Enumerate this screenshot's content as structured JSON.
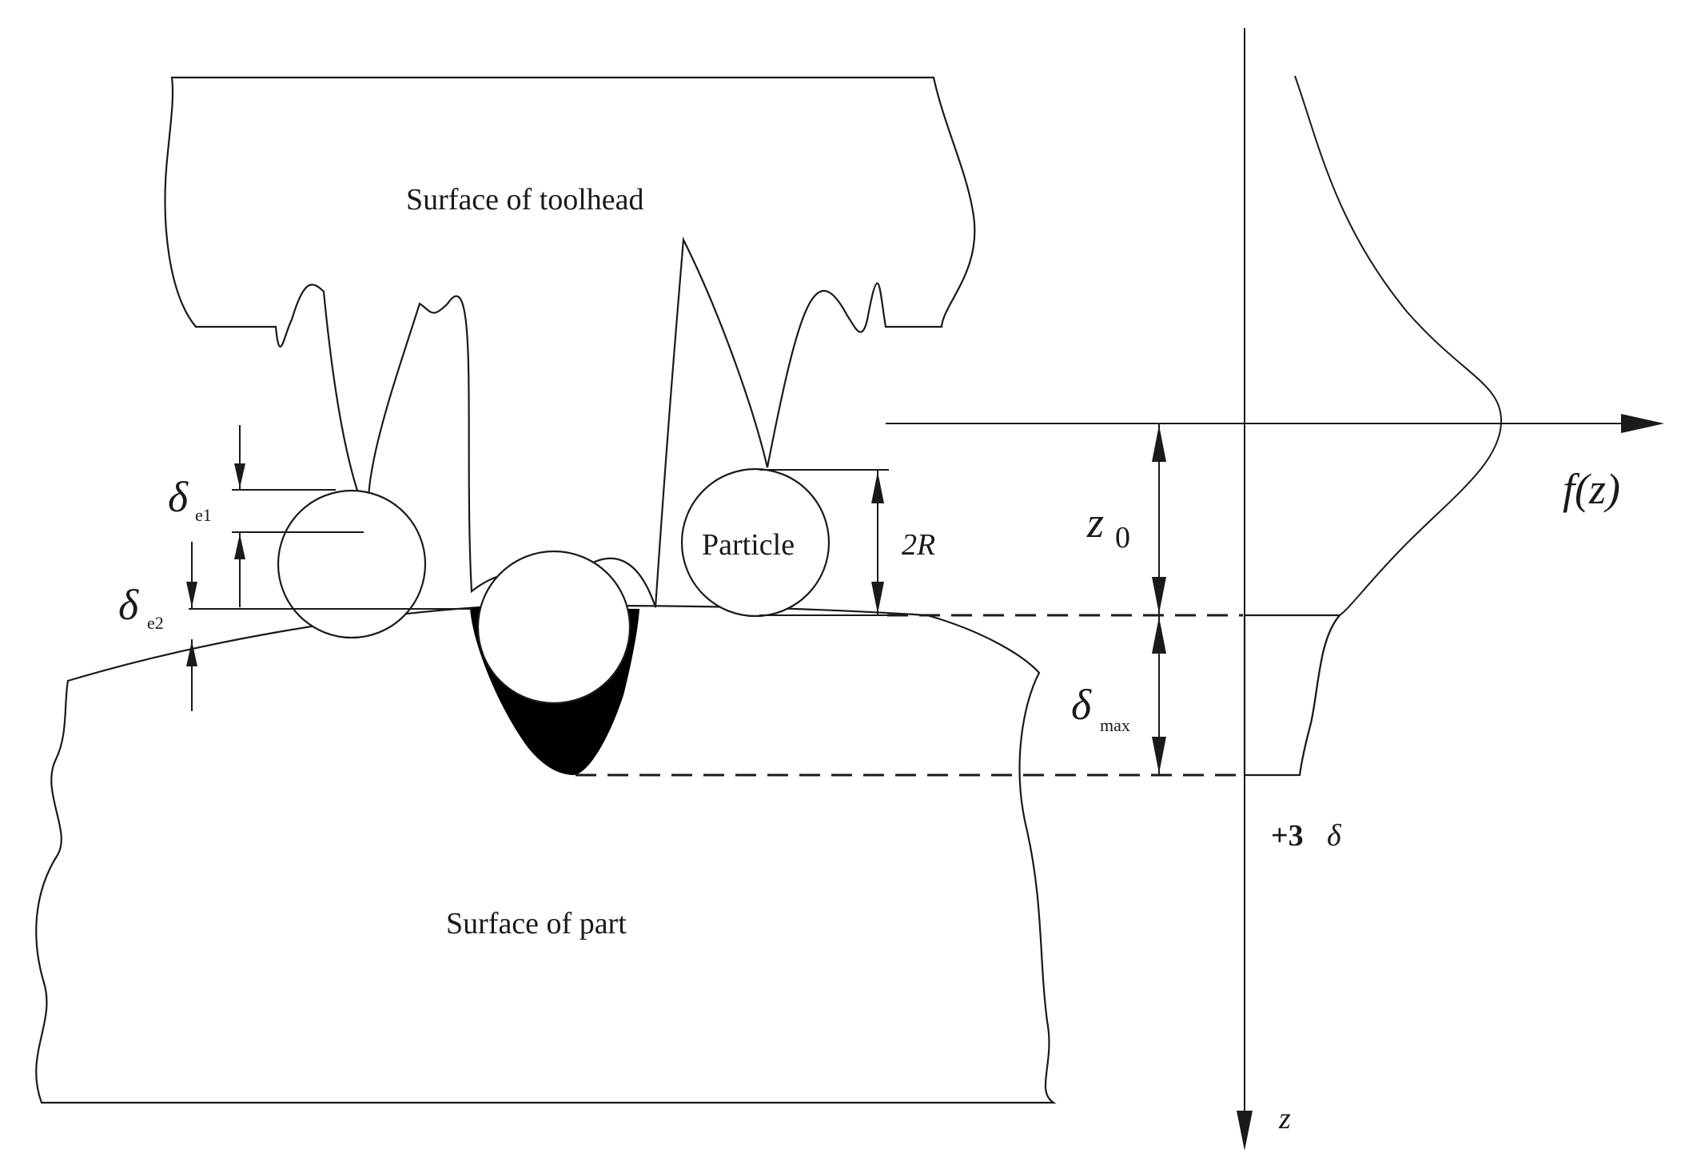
{
  "labels": {
    "toolhead": "Surface of toolhead",
    "part": "Surface of part",
    "particle": "Particle",
    "two_r": "2R",
    "delta_e1_sym": "δ",
    "delta_e1_sub": "e1",
    "delta_e2_sym": "δ",
    "delta_e2_sub": "e2",
    "z0_sym": "z",
    "z0_sub": "0",
    "delta_max_sym": "δ",
    "delta_max_sub": "max",
    "fz": "f(z)",
    "plus3": "+3",
    "plus3_delta": "δ",
    "z_axis": "z"
  },
  "colors": {
    "ink": "#1a1a1a",
    "background": "#ffffff",
    "embedded_fill": "#000000"
  }
}
